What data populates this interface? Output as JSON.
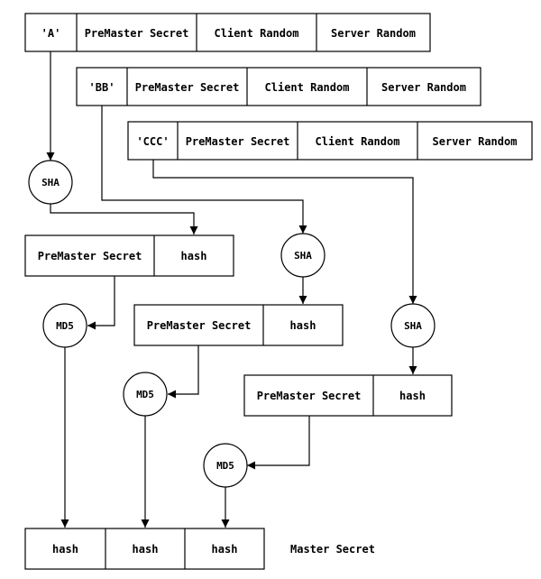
{
  "input_rows": [
    {
      "label": "'A'",
      "cells": [
        "PreMaster Secret",
        "Client Random",
        "Server Random"
      ]
    },
    {
      "label": "'BB'",
      "cells": [
        "PreMaster Secret",
        "Client Random",
        "Server Random"
      ]
    },
    {
      "label": "'CCC'",
      "cells": [
        "PreMaster Secret",
        "Client Random",
        "Server Random"
      ]
    }
  ],
  "sha_label": "SHA",
  "md5_label": "MD5",
  "intermediate_rows": [
    {
      "cells": [
        "PreMaster Secret",
        "hash"
      ]
    },
    {
      "cells": [
        "PreMaster Secret",
        "hash"
      ]
    },
    {
      "cells": [
        "PreMaster Secret",
        "hash"
      ]
    }
  ],
  "master_row": {
    "cells": [
      "hash",
      "hash",
      "hash"
    ]
  },
  "master_label": "Master Secret"
}
